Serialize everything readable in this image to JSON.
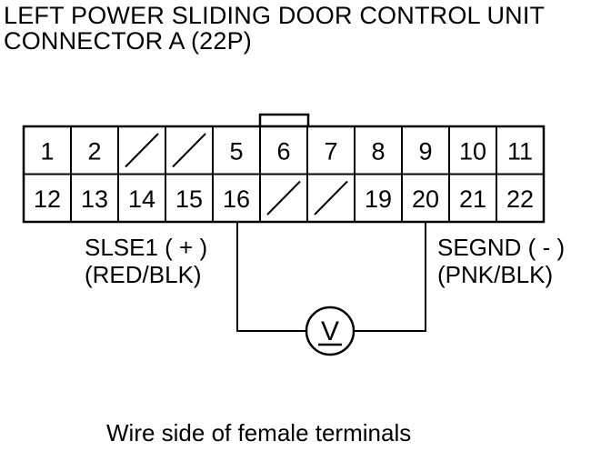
{
  "title": {
    "line1": "LEFT POWER SLIDING DOOR CONTROL UNIT",
    "line2": "CONNECTOR A (22P)"
  },
  "connector": {
    "top_row": [
      "1",
      "2",
      "",
      "",
      "5",
      "6",
      "7",
      "8",
      "9",
      "10",
      "11"
    ],
    "bottom_row": [
      "12",
      "13",
      "14",
      "15",
      "16",
      "",
      "",
      "19",
      "20",
      "21",
      "22"
    ],
    "empty_cavities": [
      "3",
      "4",
      "17",
      "18"
    ]
  },
  "wires": {
    "left": {
      "signal": "SLSE1 ( + )",
      "color": "(RED/BLK)",
      "terminal": "16"
    },
    "right": {
      "signal": "SEGND ( - )",
      "color": "(PNK/BLK)",
      "terminal": "20"
    }
  },
  "meter": {
    "symbol": "V",
    "icon": "voltmeter-icon"
  },
  "caption": "Wire side of female terminals"
}
